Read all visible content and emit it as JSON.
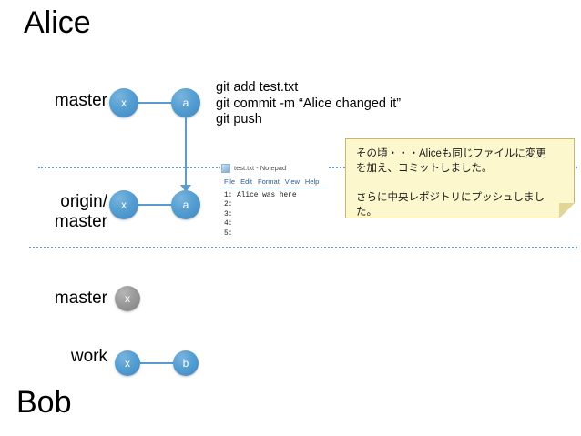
{
  "slide": {
    "title_top": "Alice",
    "title_bottom": "Bob",
    "background_color": "#ffffff"
  },
  "colors": {
    "node_blue": "#57a0d3",
    "node_grey": "#9a9a9a",
    "edge_blue": "#5b9bd1",
    "dotted_rule": "#6f97c7",
    "callout_fill": "#fcf7cd",
    "callout_border": "#c9b66a"
  },
  "graph": {
    "rows": [
      {
        "label": "master",
        "owner": "alice",
        "nodes": [
          {
            "id": "alice-master-x",
            "text": "x",
            "color": "blue",
            "size": "big"
          },
          {
            "id": "alice-master-a",
            "text": "a",
            "color": "blue",
            "size": "big"
          }
        ]
      },
      {
        "label": "origin/\nmaster",
        "owner": "origin",
        "nodes": [
          {
            "id": "origin-master-x",
            "text": "x",
            "color": "blue",
            "size": "big"
          },
          {
            "id": "origin-master-a",
            "text": "a",
            "color": "blue",
            "size": "big"
          }
        ]
      },
      {
        "label": "master",
        "owner": "bob",
        "nodes": [
          {
            "id": "bob-master-x",
            "text": "x",
            "color": "grey",
            "size": "small"
          }
        ]
      },
      {
        "label": "work",
        "owner": "bob",
        "nodes": [
          {
            "id": "bob-work-x",
            "text": "x",
            "color": "blue",
            "size": "small"
          },
          {
            "id": "bob-work-b",
            "text": "b",
            "color": "blue",
            "size": "small"
          }
        ]
      }
    ]
  },
  "git_commands": "git add test.txt\ngit commit -m “Alice changed it”\ngit push",
  "notepad": {
    "title": "test.txt - Notepad",
    "menu": [
      "File",
      "Edit",
      "Format",
      "View",
      "Help"
    ],
    "lines": [
      "1: Alice was here",
      "2:",
      "3:",
      "4:",
      "5:"
    ]
  },
  "callout": {
    "text": "その頃・・・Aliceも同じファイルに変更\nを加え、コミットしました。\n\nさらに中央レポジトリにプッシュしまし\nた。"
  }
}
